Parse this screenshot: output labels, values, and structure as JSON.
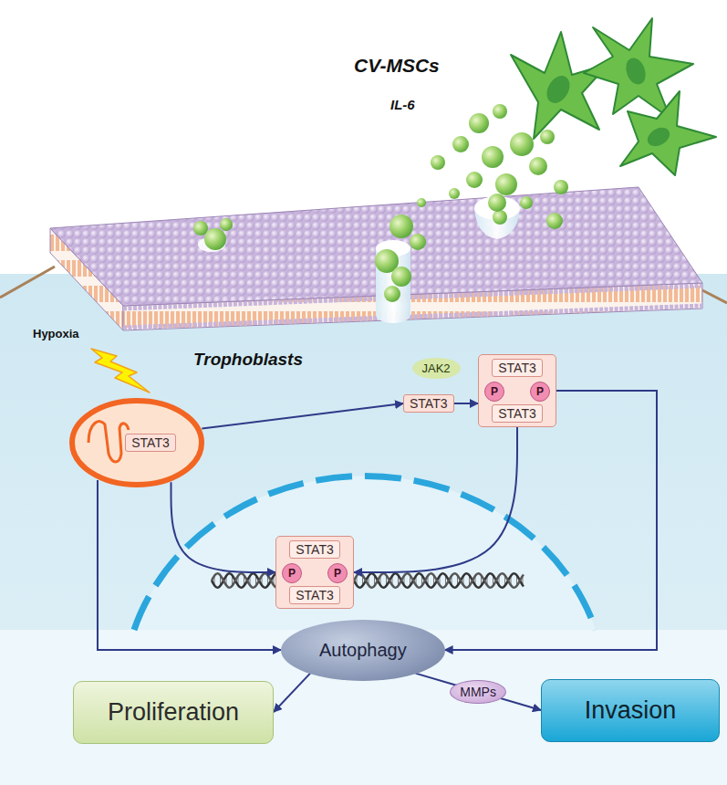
{
  "diagram": {
    "nodes": [
      {
        "text": [
          "STAT3"
        ]
      },
      {
        "text": [
          "JAK2"
        ]
      },
      {
        "text": [
          "STAT3"
        ]
      },
      {
        "text": [
          "STAT3",
          "STAT3"
        ]
      },
      {
        "text": [
          "P"
        ],
        "in": 3
      },
      {
        "text": [
          "P"
        ],
        "in": 3
      },
      {
        "text": [
          "STAT3",
          "STAT3"
        ]
      },
      {
        "text": [
          "P"
        ],
        "in": 6
      },
      {
        "text": [
          "P"
        ],
        "in": 6
      },
      {
        "text": [
          "Autophagy"
        ]
      },
      {
        "text": [
          "Proliferation"
        ]
      },
      {
        "text": [
          "Invasion"
        ]
      }
    ],
    "edges": [
      {
        "from": 0,
        "to": 2,
        "arrow": "to"
      },
      {
        "from": 2,
        "to": 3,
        "arrow": "to"
      },
      {
        "from": 0,
        "to": 6,
        "arrow": "to"
      },
      {
        "from": 3,
        "to": 6,
        "arrow": "to"
      },
      {
        "from": 3,
        "to": 9,
        "arrow": "to"
      },
      {
        "from": 0,
        "to": 9,
        "arrow": "to"
      },
      {
        "from": 9,
        "to": 10,
        "arrow": "to"
      },
      {
        "from": 9,
        "to": 11,
        "label": "MMPs",
        "arrow": "to"
      }
    ],
    "labels": [
      "CV-MSCs",
      "IL-6",
      "Hypoxia",
      "Trophoblasts"
    ]
  }
}
